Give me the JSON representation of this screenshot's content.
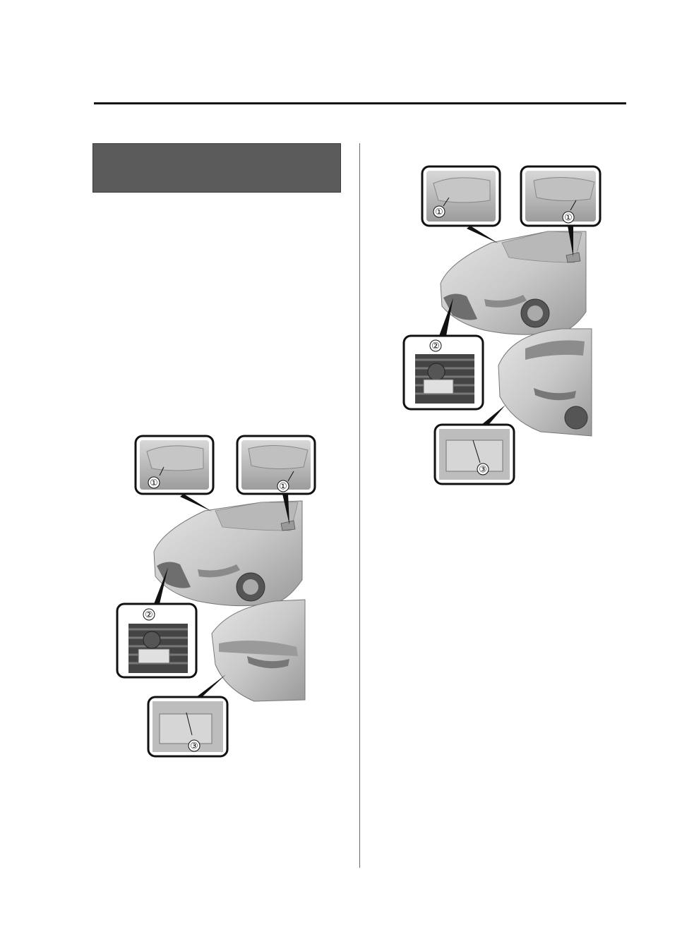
{
  "page": {
    "header_rule": true,
    "section_title_box": {
      "text": "",
      "fill": "#5b5b5b"
    }
  },
  "figures": {
    "sedan": {
      "callouts": {
        "left_mirror": "①",
        "right_mirror": "①",
        "front_grille": "②",
        "rear_plate": "③"
      }
    },
    "hatchback": {
      "callouts": {
        "left_mirror": "①",
        "right_mirror": "①",
        "front_grille": "②",
        "rear_plate": "③"
      }
    }
  }
}
